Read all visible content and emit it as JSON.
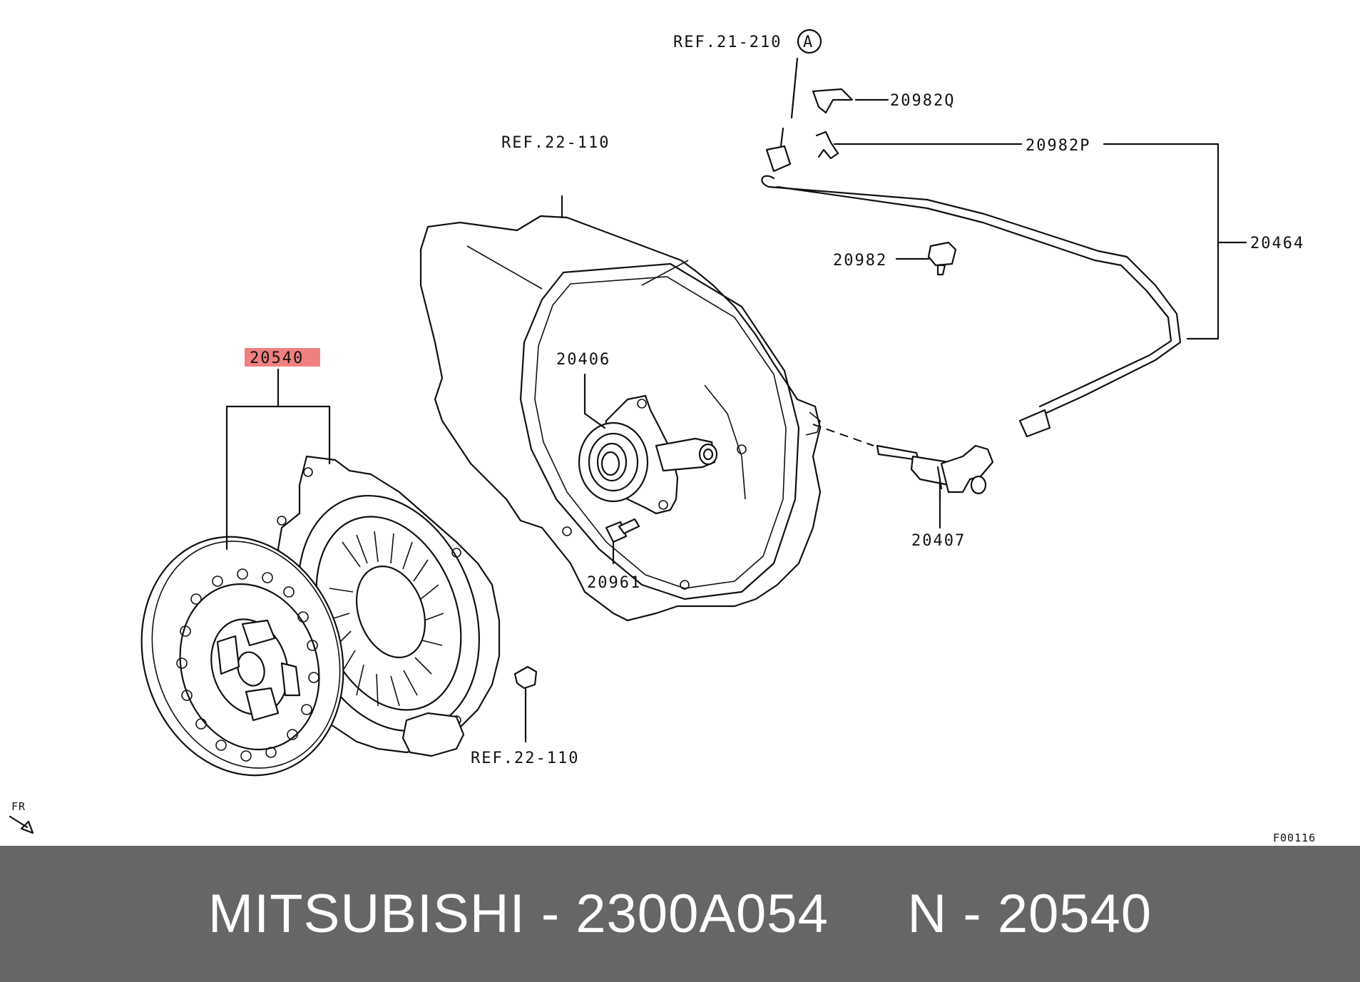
{
  "labels": {
    "ref_21_210": "REF.21-210",
    "circle_a": "A",
    "p20982q": "20982Q",
    "ref_22_110_top": "REF.22-110",
    "p20982p": "20982P",
    "p20464": "20464",
    "p20982": "20982",
    "p20540": "20540",
    "p20406": "20406",
    "p20407": "20407",
    "p20961": "20961",
    "ref_22_110_bottom": "REF.22-110",
    "fr": "FR",
    "code": "F00116"
  },
  "highlight_color": "#f08080",
  "footer": {
    "brand": "MITSUBISHI",
    "sep1": " - ",
    "part_number": "2300A054",
    "gap": "     ",
    "n_label": "N",
    "sep2": " - ",
    "n_value": "20540"
  },
  "colors": {
    "footer_bg": "#666666",
    "footer_text": "#ffffff",
    "line": "#111111"
  }
}
